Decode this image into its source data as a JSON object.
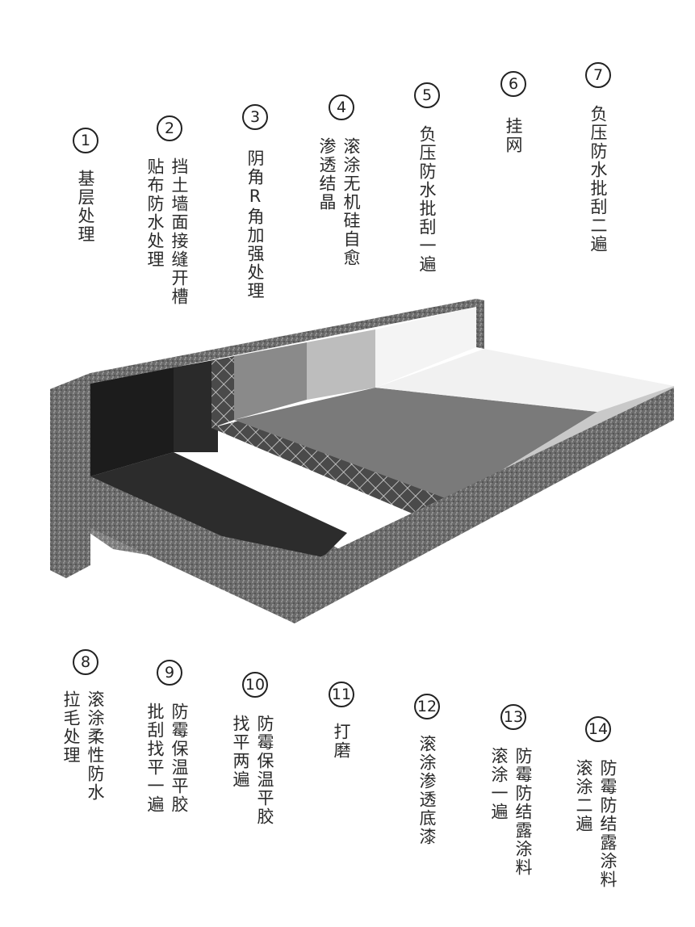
{
  "steps_top": [
    {
      "num": "1",
      "lines": [
        "基层处理"
      ]
    },
    {
      "num": "2",
      "lines": [
        "挡土墙面接缝开槽",
        "贴布防水处理"
      ]
    },
    {
      "num": "3",
      "lines": [
        "阴角R角加强处理"
      ]
    },
    {
      "num": "4",
      "lines": [
        "滚涂无机硅自愈",
        "渗透结晶"
      ]
    },
    {
      "num": "5",
      "lines": [
        "负压防水批刮一遍"
      ]
    },
    {
      "num": "6",
      "lines": [
        "挂网"
      ]
    },
    {
      "num": "7",
      "lines": [
        "负压防水批刮二遍"
      ]
    }
  ],
  "steps_bottom": [
    {
      "num": "8",
      "lines": [
        "滚涂柔性防水",
        "拉毛处理"
      ]
    },
    {
      "num": "9",
      "lines": [
        "防霉保温平胶",
        "批刮找平一遍"
      ]
    },
    {
      "num": "10",
      "lines": [
        "防霉保温平胶",
        "找平两遍"
      ]
    },
    {
      "num": "11",
      "lines": [
        "打磨"
      ]
    },
    {
      "num": "12",
      "lines": [
        "滚涂渗透底漆"
      ]
    },
    {
      "num": "13",
      "lines": [
        "防霉防结露涂料",
        "滚涂一遍"
      ]
    },
    {
      "num": "14",
      "lines": [
        "防霉防结露涂料",
        "滚涂二遍"
      ]
    }
  ]
}
